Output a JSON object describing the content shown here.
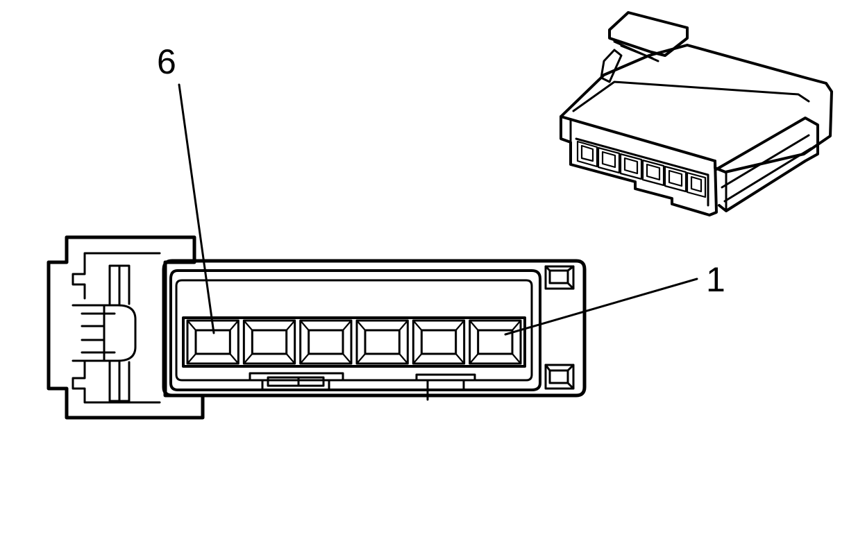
{
  "callouts": {
    "pin_6": "6",
    "pin_1": "1"
  },
  "connector": {
    "cavity_count": 6
  },
  "colors": {
    "line": "#000000",
    "background": "#ffffff"
  }
}
